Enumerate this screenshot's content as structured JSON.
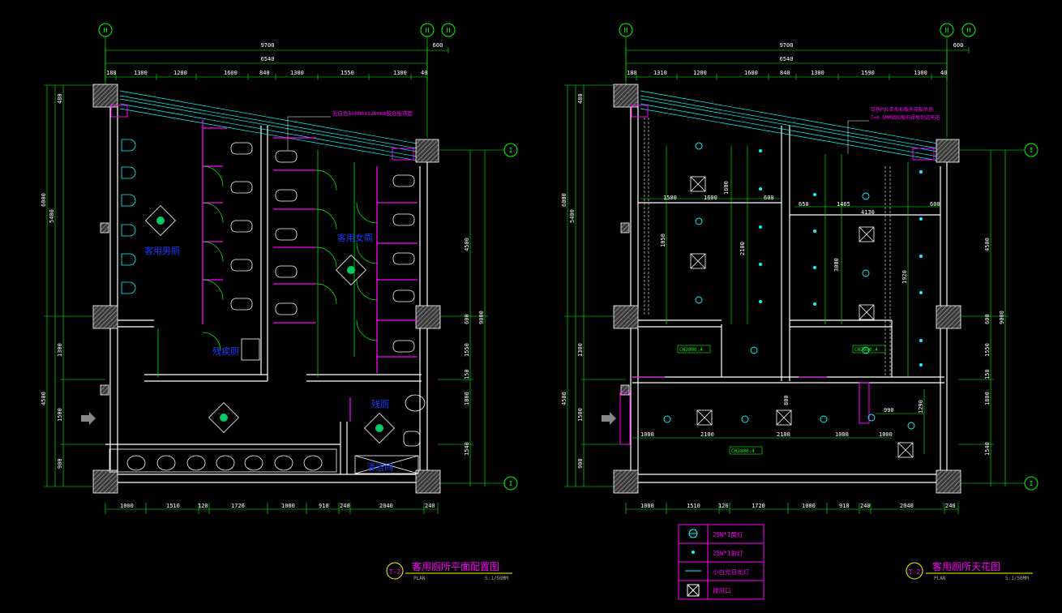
{
  "plans": [
    {
      "id": "floor",
      "title": "客用厕所平面配置图",
      "sheet": "T-2",
      "plan_word": "PLAN",
      "scale": "S:1/50MM",
      "grid_top": [
        "H",
        "H",
        "H"
      ],
      "grid_right": [
        "I",
        "I"
      ],
      "dims_top_total": "9700",
      "dims_top_side": "600",
      "dims_top_inner": "6540",
      "dims_top_row": [
        "180",
        "1300",
        "1200",
        "1600",
        "840",
        "1300",
        "1550",
        "1300",
        "40"
      ],
      "dims_left": [
        "6000",
        "5400",
        "4500",
        "1500",
        "900",
        "1300",
        "480"
      ],
      "dims_right": [
        "4500",
        "9000",
        "1550",
        "1800",
        "1540",
        "150",
        "600"
      ],
      "dims_bottom": [
        "1000",
        "1510",
        "120",
        "1720",
        "1000",
        "910",
        "240",
        "2040",
        "240"
      ],
      "room_labels": [
        "客用男厕",
        "客用女厕",
        "残疾厕",
        "残厕",
        "清洁间"
      ],
      "note": "乳白色5X800X1200mm胶合板饰面"
    },
    {
      "id": "ceiling",
      "title": "客用厕所天花图",
      "sheet": "T-2",
      "plan_word": "PLAN",
      "scale": "S:1/50MM",
      "grid_top": [
        "H",
        "H",
        "H"
      ],
      "grid_right": [
        "I",
        "I"
      ],
      "dims_top_total": "9700",
      "dims_top_side": "600",
      "dims_top_inner": "6540",
      "dims_top_row": [
        "180",
        "1310",
        "1200",
        "1600",
        "840",
        "1300",
        "1590",
        "1300",
        "40"
      ],
      "dims_left": [
        "6000",
        "5400",
        "4500",
        "1500",
        "900",
        "1300",
        "480"
      ],
      "dims_right": [
        "4500",
        "9000",
        "1550",
        "1800",
        "1540",
        "150",
        "600"
      ],
      "dims_bottom": [
        "1000",
        "1510",
        "120",
        "1720",
        "1000",
        "910",
        "240",
        "2040",
        "240"
      ],
      "ceiling_dims": [
        "1500",
        "1600",
        "600",
        "650",
        "4130",
        "1465",
        "600",
        "1000",
        "1000",
        "2100",
        "2100",
        "1000",
        "990",
        "1290",
        "2100",
        "3000",
        "1920",
        "1050",
        "1600",
        "800"
      ],
      "ceiling_tags": [
        "CH2800.4",
        "CH2800.4",
        "CH2800.4"
      ],
      "note_lines": [
        "白色PVC条形扣板天花板吊顶",
        "T=0.5MM铝扣板石膏板包边天花"
      ]
    }
  ],
  "legend": {
    "items": [
      {
        "icon": "downlight-icon",
        "text": "25W*1筒灯"
      },
      {
        "icon": "spotlight-icon",
        "text": "25W*1射灯"
      },
      {
        "icon": "led-strip-icon",
        "text": "小白光日光灯"
      },
      {
        "icon": "exhaust-vent-icon",
        "text": "排风口"
      }
    ]
  },
  "colors": {
    "background": "#000000",
    "line": "#ffffff",
    "dimension": "#00ff00",
    "partition": "#ff00ff",
    "text": "#1a3cff",
    "fixture": "#00ffff",
    "wall_hatch": "#7a7a7a"
  }
}
